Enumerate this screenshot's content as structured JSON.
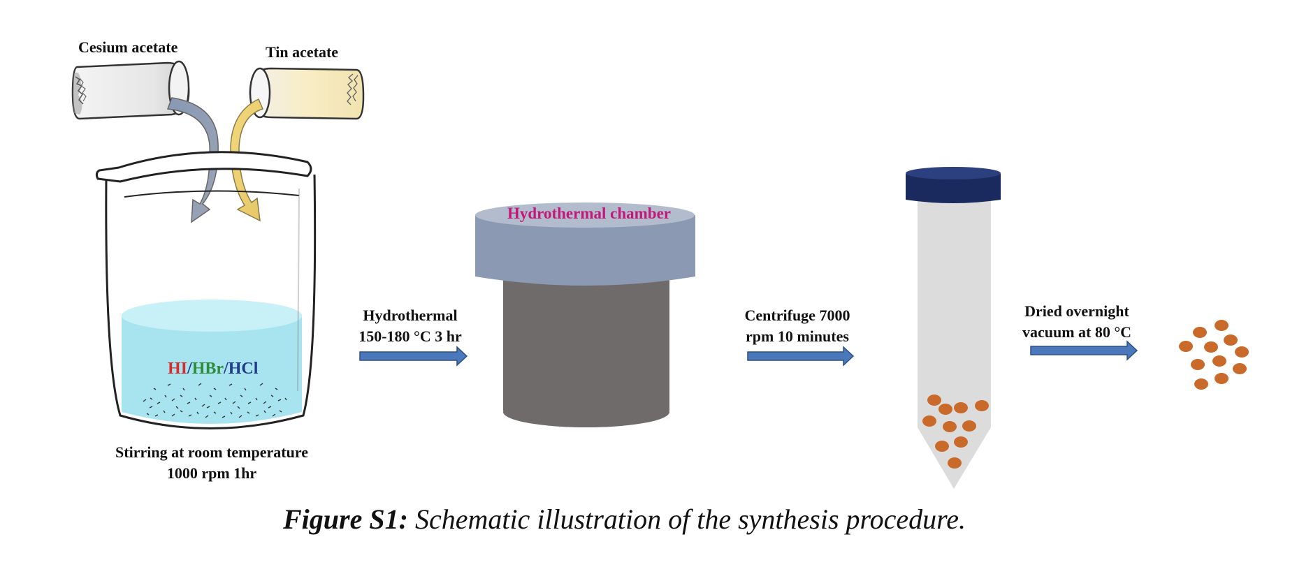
{
  "labels": {
    "cesium": "Cesium acetate",
    "tin": "Tin acetate",
    "acid_hi": "HI",
    "acid_sep1": "/",
    "acid_hbr": "HBr",
    "acid_sep2": "/",
    "acid_hcl": "HCl",
    "stir_line1": "Stirring at room temperature",
    "stir_line2": "1000 rpm 1hr",
    "hydro_line1": "Hydrothermal",
    "hydro_line2": "150-180 °C 3 hr",
    "chamber": "Hydrothermal chamber",
    "centri_line1": "Centrifuge 7000",
    "centri_line2": "rpm 10 minutes",
    "dried_line1": "Dried overnight",
    "dried_line2": "vacuum at 80 °C"
  },
  "caption": {
    "bold": "Figure S1:",
    "rest": " Schematic illustration of the synthesis procedure."
  },
  "colors": {
    "hi": "#d62c2c",
    "hbr": "#2e8b3a",
    "hcl": "#1f3a8a",
    "chamber_label": "#c2187a",
    "arrow": "#4a78bb",
    "particle": "#c96a2a",
    "liquid": "#a7e4ef",
    "chamber_top": "#8b9ab2",
    "chamber_body": "#6f6b6a",
    "tube_cap": "#1b2a5e",
    "tube_body": "#dcdcdc"
  }
}
